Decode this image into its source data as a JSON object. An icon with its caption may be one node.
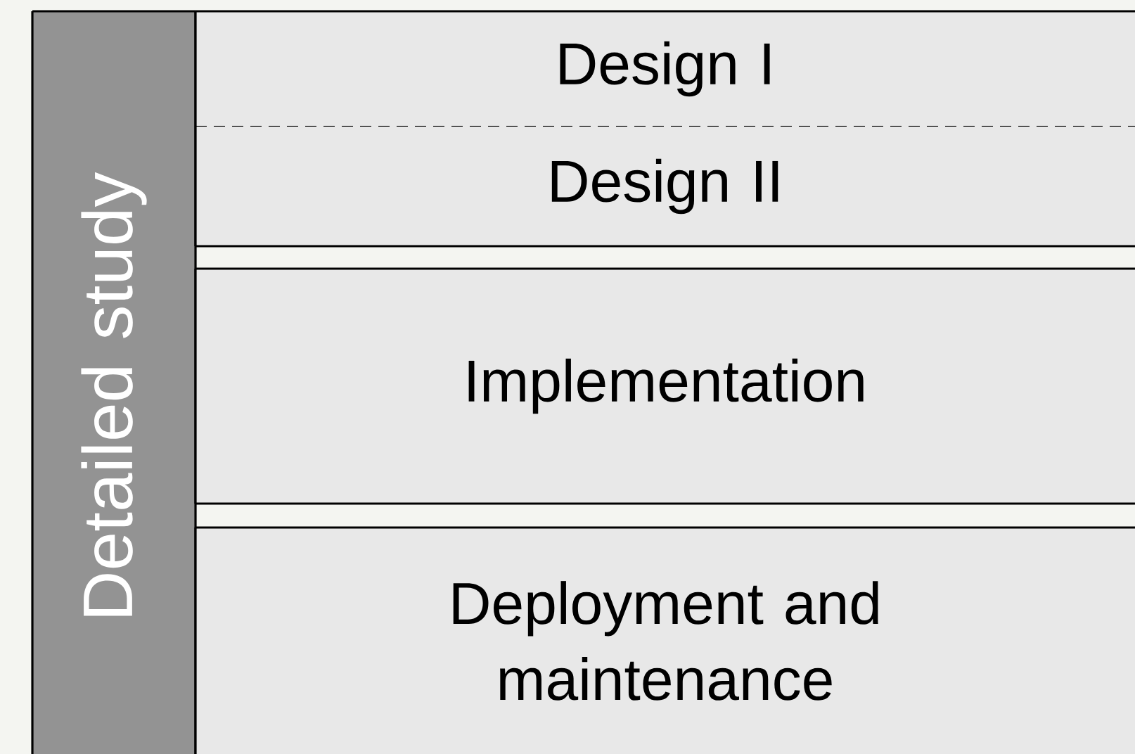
{
  "diagram": {
    "nodes": [
      {
        "text": [
          "Detailed study"
        ]
      },
      {
        "text": [
          "Design I"
        ]
      },
      {
        "text": [
          "Design II"
        ]
      },
      {
        "text": [
          "Implementation"
        ]
      },
      {
        "text": [
          "Deployment and maintenance"
        ]
      }
    ],
    "edges": []
  }
}
